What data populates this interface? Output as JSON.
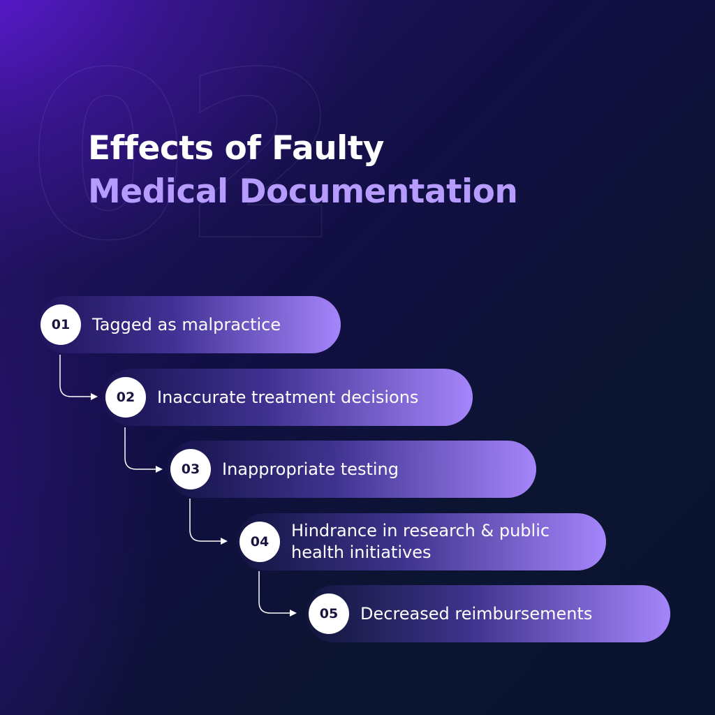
{
  "watermark": {
    "text": "02"
  },
  "title": {
    "line1": "Effects of Faulty",
    "line2": "Medical Documentation"
  },
  "steps": [
    {
      "number": "01",
      "label": "Tagged as malpractice"
    },
    {
      "number": "02",
      "label": "Inaccurate treatment decisions"
    },
    {
      "number": "03",
      "label": "Inappropriate testing"
    },
    {
      "number": "04",
      "label": "Hindrance in research & public\nhealth initiatives"
    },
    {
      "number": "05",
      "label": "Decreased reimbursements"
    }
  ],
  "colors": {
    "title_primary": "#ffffff",
    "title_accent": "#b79cff",
    "pill_end": "#a585fb",
    "badge_bg": "#ffffff",
    "badge_text": "#1a1340"
  }
}
